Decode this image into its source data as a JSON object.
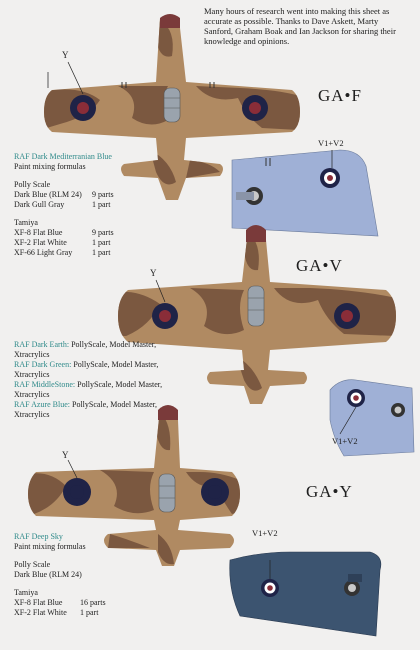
{
  "intro_text": "Many hours of research went into making this sheet as accurate as possible. Thanks to Dave Askett, Marty Sanford, Graham Boak and Ian Jackson for sharing their knowledge and opinions.",
  "aircraft": [
    {
      "code": "GA•F",
      "y_label": "Y",
      "v_label": "V1+V2"
    },
    {
      "code": "GA•V",
      "y_label": "Y",
      "v_label": "V1+V2"
    },
    {
      "code": "GA•Y",
      "y_label": "Y",
      "v_label": "V1+V2"
    }
  ],
  "notes1": {
    "heading": "RAF Dark Mediterranian Blue",
    "sub": "Paint mixing formulas",
    "brand1": "Polly Scale",
    "rows1": [
      {
        "name": "Dark Blue (RLM 24)",
        "qty": "9 parts"
      },
      {
        "name": "Dark Gull Gray",
        "qty": "1 part"
      }
    ],
    "brand2": "Tamiya",
    "rows2": [
      {
        "name": "XF-8 Flat Blue",
        "qty": "9 parts"
      },
      {
        "name": "XF-2 Flat White",
        "qty": "1 part"
      },
      {
        "name": "XF-66 Light Gray",
        "qty": "1 part"
      }
    ]
  },
  "notes2": [
    {
      "name": "RAF Dark Earth:",
      "text": " PollyScale, Model Master,",
      "text2": "Xtracrylics"
    },
    {
      "name": "RAF Dark Green:",
      "text": " PollyScale, Model Master,",
      "text2": "Xtracrylics"
    },
    {
      "name": "RAF MiddleStone:",
      "text": " PollyScale, Model Master,",
      "text2": "Xtracrylics"
    },
    {
      "name": "RAF Azure Blue:",
      "text": " PollyScale, Model Master,",
      "text2": "Xtracrylics"
    }
  ],
  "notes3": {
    "heading": "RAF Deep Sky",
    "sub": "Paint mixing formulas",
    "brand1": "Polly Scale",
    "rows1": [
      {
        "name": "Dark Blue (RLM 24)",
        "qty": ""
      }
    ],
    "brand2": "Tamiya",
    "rows2": [
      {
        "name": "XF-8 Flat Blue",
        "qty": "16 parts"
      },
      {
        "name": "XF-2 Flat White",
        "qty": "1 part"
      }
    ]
  },
  "colors": {
    "sand": "#b08a62",
    "earth": "#7b5840",
    "azure": "#9fb0d6",
    "deep_sky": "#3c5470",
    "roundel_blue": "#1f2347",
    "roundel_red": "#8a2d38",
    "heading": "#2f8a8a"
  }
}
